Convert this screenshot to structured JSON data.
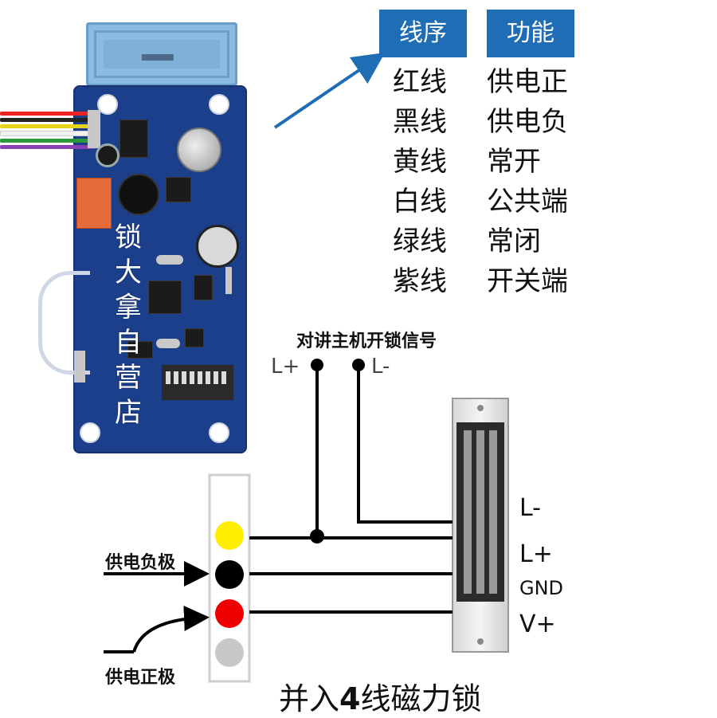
{
  "table": {
    "headers": {
      "wire_order": "线序",
      "function": "功能"
    },
    "rows": [
      {
        "wire": "红线",
        "function": "供电正"
      },
      {
        "wire": "黑线",
        "function": "供电负"
      },
      {
        "wire": "黄线",
        "function": "常开"
      },
      {
        "wire": "白线",
        "function": "公共端"
      },
      {
        "wire": "绿线",
        "function": "常闭"
      },
      {
        "wire": "紫线",
        "function": "开关端"
      }
    ]
  },
  "board": {
    "watermark": "锁大拿自营店",
    "watermark_chars": [
      "锁",
      "大",
      "拿",
      "自",
      "营",
      "店"
    ],
    "wire_colors": [
      "#e22",
      "#222",
      "#e8d21a",
      "#f2f2f2",
      "#2a9a3a",
      "#8a3fb5"
    ]
  },
  "diagram": {
    "intercom_signal": "对讲主机开锁信号",
    "intercom_l_plus": "L+",
    "intercom_l_minus": "L-",
    "lock_l_minus": "L-",
    "lock_l_plus": "L+",
    "lock_gnd": "GND",
    "lock_v_plus": "V+",
    "supply_negative": "供电负极",
    "supply_positive": "供电正极",
    "connector_dot_colors": [
      "#ffee00",
      "#000000",
      "#ee0000",
      "#c8c8c8"
    ],
    "caption_part1": "并入",
    "caption_bold": "4",
    "caption_part2": "线磁力锁"
  },
  "colors": {
    "accent_blue": "#1f6db5",
    "arrow_blue": "#1f6db5"
  }
}
